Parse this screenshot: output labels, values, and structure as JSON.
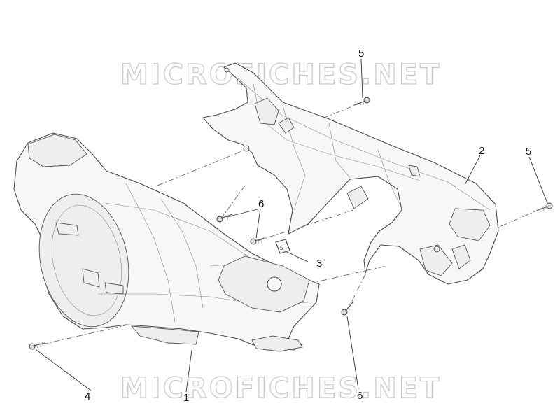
{
  "watermark": {
    "text": "MICROFICHES.NET"
  },
  "callouts": [
    {
      "id": "1",
      "label": "1"
    },
    {
      "id": "2",
      "label": "2"
    },
    {
      "id": "3",
      "label": "3"
    },
    {
      "id": "4",
      "label": "4"
    },
    {
      "id": "5a",
      "label": "5"
    },
    {
      "id": "5b",
      "label": "5"
    },
    {
      "id": "6a",
      "label": "6"
    },
    {
      "id": "6b",
      "label": "6"
    }
  ],
  "parts": {
    "clip_mark": "5"
  }
}
